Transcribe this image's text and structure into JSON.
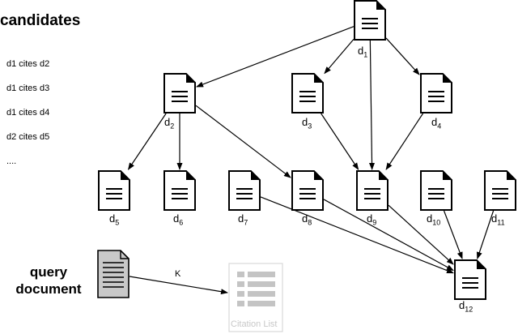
{
  "candidates_title": "candidates",
  "candidate_list": [
    "d1 cites d2",
    "d1 cites d3",
    "d1 cites d4",
    "d2 cites d5",
    "...."
  ],
  "query_label_line1": "query",
  "query_label_line2": "document",
  "edge_label_k": "K",
  "citation_list_label": "Citation List",
  "nodes": [
    {
      "id": "d1",
      "letter": "d",
      "sub": "1"
    },
    {
      "id": "d2",
      "letter": "d",
      "sub": "2"
    },
    {
      "id": "d3",
      "letter": "d",
      "sub": "3"
    },
    {
      "id": "d4",
      "letter": "d",
      "sub": "4"
    },
    {
      "id": "d5",
      "letter": "d",
      "sub": "5"
    },
    {
      "id": "d6",
      "letter": "d",
      "sub": "6"
    },
    {
      "id": "d7",
      "letter": "d",
      "sub": "7"
    },
    {
      "id": "d8",
      "letter": "d",
      "sub": "8"
    },
    {
      "id": "d9",
      "letter": "d",
      "sub": "9"
    },
    {
      "id": "d10",
      "letter": "d",
      "sub": "10"
    },
    {
      "id": "d11",
      "letter": "d",
      "sub": "11"
    },
    {
      "id": "d12",
      "letter": "d",
      "sub": "12"
    }
  ],
  "edges": [
    [
      "d1",
      "d2"
    ],
    [
      "d1",
      "d3"
    ],
    [
      "d1",
      "d4"
    ],
    [
      "d1",
      "d9"
    ],
    [
      "d2",
      "d5"
    ],
    [
      "d2",
      "d6"
    ],
    [
      "d2",
      "d8"
    ],
    [
      "d3",
      "d9"
    ],
    [
      "d4",
      "d9"
    ],
    [
      "d7",
      "d12"
    ],
    [
      "d8",
      "d12"
    ],
    [
      "d9",
      "d12"
    ],
    [
      "d10",
      "d12"
    ],
    [
      "d11",
      "d12"
    ]
  ]
}
